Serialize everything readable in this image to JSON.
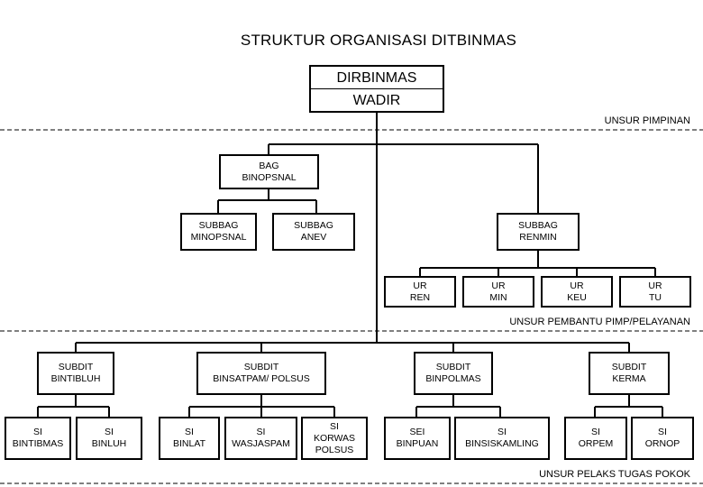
{
  "title": "STRUKTUR ORGANISASI DITBINMAS",
  "head": {
    "line1": "DIRBINMAS",
    "line2": "WADIR"
  },
  "zones": {
    "pimpinan": "UNSUR PIMPINAN",
    "pembantu": "UNSUR PEMBANTU PIMP/PELAYANAN",
    "pelaks": "UNSUR PELAKS TUGAS POKOK"
  },
  "units": {
    "bag_binopsnal": "BAG\nBINOPSNAL",
    "subbag_minopsnal": "SUBBAG\nMINOPSNAL",
    "subbag_anev": "SUBBAG\nANEV",
    "subbag_renmin": "SUBBAG\nRENMIN",
    "ur_ren": "UR\nREN",
    "ur_min": "UR\nMIN",
    "ur_keu": "UR\nKEU",
    "ur_tu": "UR\nTU",
    "subdit_bintibluh": "SUBDIT\nBINTIBLUH",
    "subdit_binsatpam": "SUBDIT\nBINSATPAM/ POLSUS",
    "subdit_binpolmas": "SUBDIT\nBINPOLMAS",
    "subdit_kerma": "SUBDIT\nKERMA",
    "si_bintibmas": "SI\nBINTIBMAS",
    "si_binluh": "SI\nBINLUH",
    "si_binlat": "SI\nBINLAT",
    "si_wasjaspam": "SI\nWASJASPAM",
    "si_korwas": "SI\nKORWAS\nPOLSUS",
    "sei_binpuan": "SEI\nBINPUAN",
    "si_binsiskamling": "SI\nBINSISKAMLING",
    "si_orpem": "SI\nORPEM",
    "si_ornop": "SI\nORNOP"
  }
}
